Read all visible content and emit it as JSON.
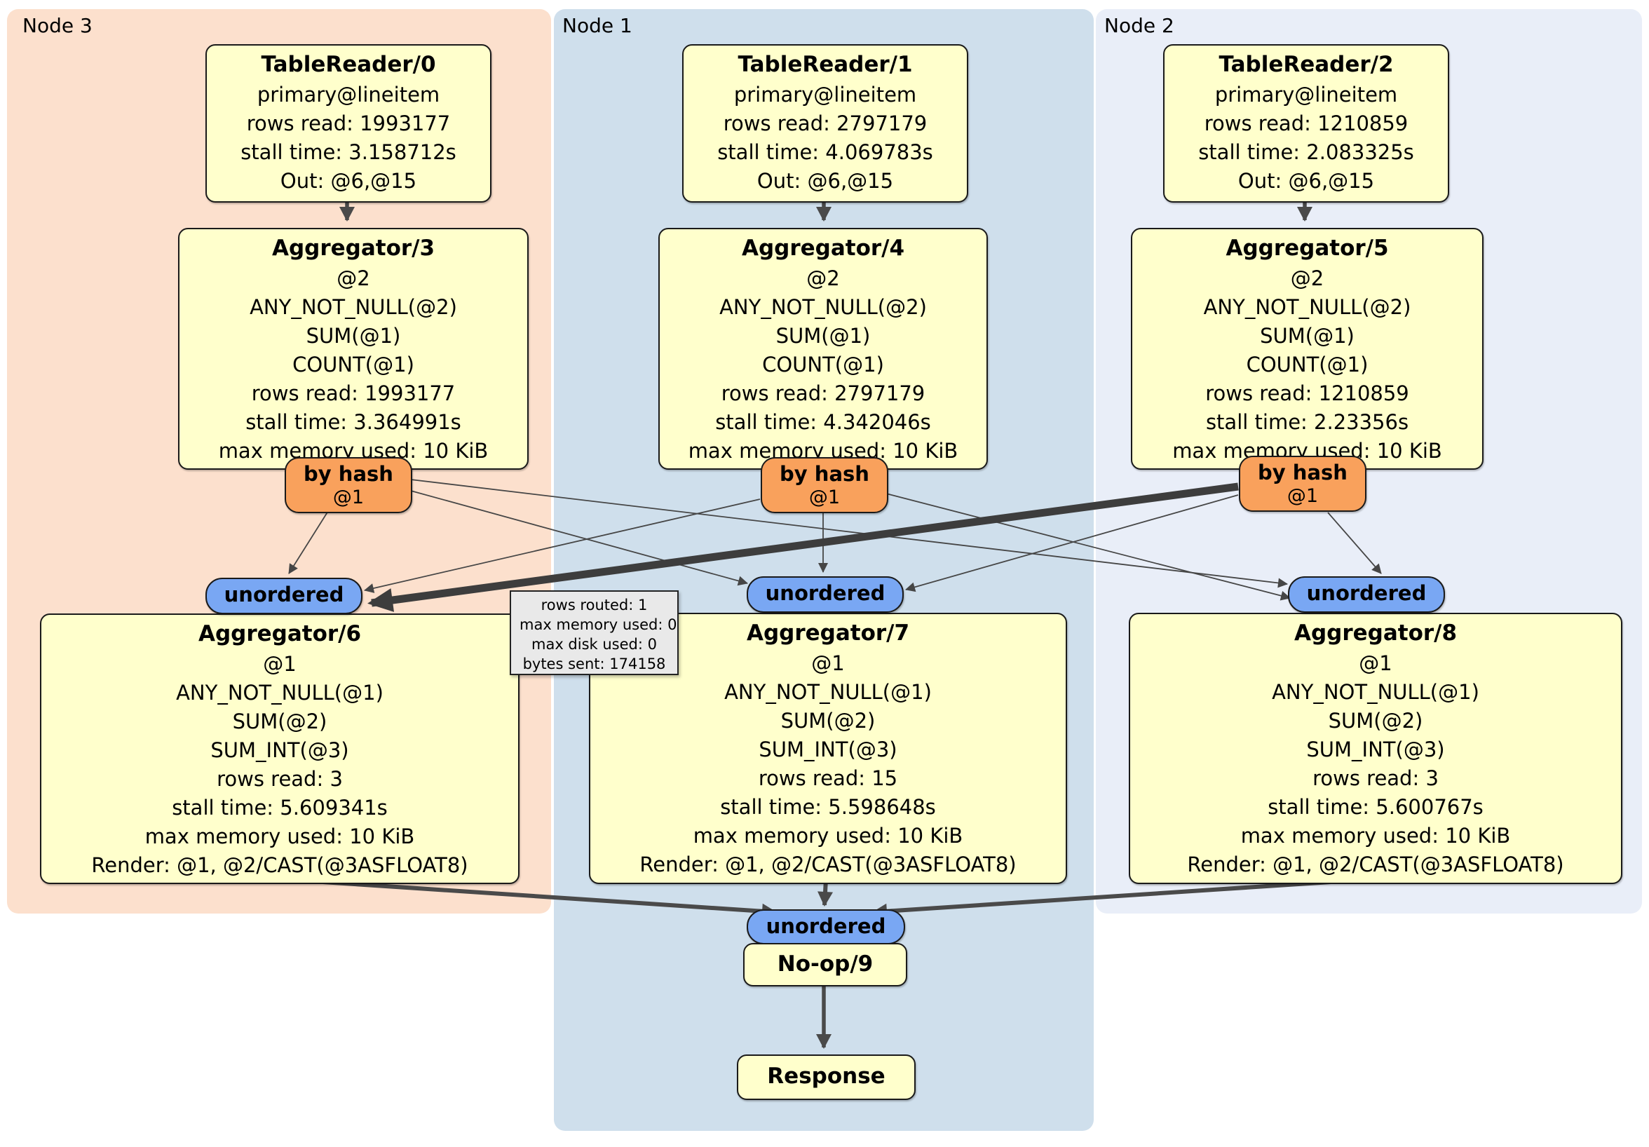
{
  "regions": {
    "node3": {
      "label": "Node 3"
    },
    "node1": {
      "label": "Node 1"
    },
    "node2": {
      "label": "Node 2"
    }
  },
  "operators": {
    "tablereader0": {
      "title": "TableReader/0",
      "lines": [
        "primary@lineitem",
        "rows read: 1993177",
        "stall time: 3.158712s",
        "Out: @6,@15"
      ]
    },
    "tablereader1": {
      "title": "TableReader/1",
      "lines": [
        "primary@lineitem",
        "rows read: 2797179",
        "stall time: 4.069783s",
        "Out: @6,@15"
      ]
    },
    "tablereader2": {
      "title": "TableReader/2",
      "lines": [
        "primary@lineitem",
        "rows read: 1210859",
        "stall time: 2.083325s",
        "Out: @6,@15"
      ]
    },
    "aggregator3": {
      "title": "Aggregator/3",
      "lines": [
        "@2",
        "ANY_NOT_NULL(@2)",
        "SUM(@1)",
        "COUNT(@1)",
        "rows read: 1993177",
        "stall time: 3.364991s",
        "max memory used: 10 KiB"
      ]
    },
    "aggregator4": {
      "title": "Aggregator/4",
      "lines": [
        "@2",
        "ANY_NOT_NULL(@2)",
        "SUM(@1)",
        "COUNT(@1)",
        "rows read: 2797179",
        "stall time: 4.342046s",
        "max memory used: 10 KiB"
      ]
    },
    "aggregator5": {
      "title": "Aggregator/5",
      "lines": [
        "@2",
        "ANY_NOT_NULL(@2)",
        "SUM(@1)",
        "COUNT(@1)",
        "rows read: 1210859",
        "stall time: 2.23356s",
        "max memory used: 10 KiB"
      ]
    },
    "aggregator6": {
      "title": "Aggregator/6",
      "lines": [
        "@1",
        "ANY_NOT_NULL(@1)",
        "SUM(@2)",
        "SUM_INT(@3)",
        "rows read: 3",
        "stall time: 5.609341s",
        "max memory used: 10 KiB",
        "Render: @1, @2/CAST(@3ASFLOAT8)"
      ]
    },
    "aggregator7": {
      "title": "Aggregator/7",
      "lines": [
        "@1",
        "ANY_NOT_NULL(@1)",
        "SUM(@2)",
        "SUM_INT(@3)",
        "rows read: 15",
        "stall time: 5.598648s",
        "max memory used: 10 KiB",
        "Render: @1, @2/CAST(@3ASFLOAT8)"
      ]
    },
    "aggregator8": {
      "title": "Aggregator/8",
      "lines": [
        "@1",
        "ANY_NOT_NULL(@1)",
        "SUM(@2)",
        "SUM_INT(@3)",
        "rows read: 3",
        "stall time: 5.600767s",
        "max memory used: 10 KiB",
        "Render: @1, @2/CAST(@3ASFLOAT8)"
      ]
    },
    "noop9": {
      "title": "No-op/9"
    },
    "response": {
      "title": "Response"
    }
  },
  "routers": {
    "byhash3": {
      "title": "by hash",
      "subtitle": "@1"
    },
    "byhash1": {
      "title": "by hash",
      "subtitle": "@1"
    },
    "byhash2": {
      "title": "by hash",
      "subtitle": "@1"
    }
  },
  "syncs": {
    "unordered3": {
      "label": "unordered"
    },
    "unordered1": {
      "label": "unordered"
    },
    "unordered2": {
      "label": "unordered"
    },
    "unordered_final": {
      "label": "unordered"
    }
  },
  "tooltip": {
    "lines": [
      "rows routed: 1",
      "max memory used: 0",
      "max disk used: 0",
      "bytes sent: 174158"
    ]
  },
  "colors": {
    "node3_bg": "#fce0cd",
    "node1_bg": "#cfdfec",
    "node2_bg": "#e9eef8",
    "operator_bg": "#ffffcc",
    "router_bg": "#f9a15c",
    "sync_bg": "#79a7f3",
    "tooltip_bg": "#e9e9e9",
    "edge": "#464646"
  }
}
